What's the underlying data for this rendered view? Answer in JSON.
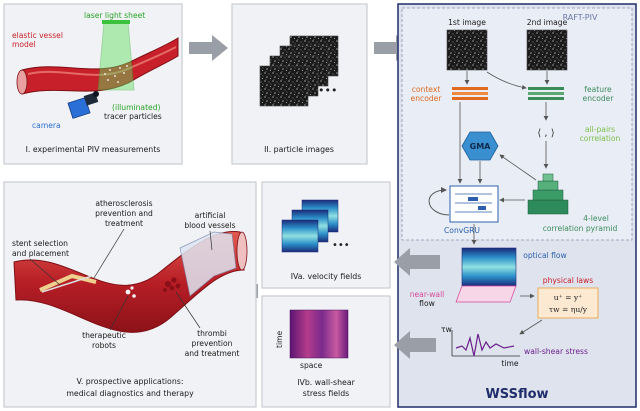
{
  "panels": {
    "p1": {
      "caption": "I. experimental PIV measurements",
      "laser_label": "laser light sheet",
      "vessel_label_line1": "elastic vessel",
      "vessel_label_line2": "model",
      "camera_label": "camera",
      "tracer_line1": "(illuminated)",
      "tracer_line2": "tracer particles"
    },
    "p2": {
      "caption": "II. particle images"
    },
    "raft": {
      "title": "RAFT-PIV",
      "first_image": "1st image",
      "second_image": "2nd image",
      "context_line1": "context",
      "context_line2": "encoder",
      "feature_line1": "feature",
      "feature_line2": "encoder",
      "gma": "GMA",
      "corr_line1": "all-pairs",
      "corr_line2": "correlation",
      "convgru": "ConvGRU",
      "pyramid_line1": "4-level",
      "pyramid_line2": "correlation pyramid"
    },
    "wssflow": {
      "title": "WSSflow",
      "optical_flow": "optical flow",
      "physical_laws": "physical laws",
      "law1": "u⁺ = y⁺",
      "law2": "τw = ηu/y",
      "nearwall_line1": "near-wall",
      "nearwall_line2": "flow",
      "wss": "wall-shear stress",
      "tau": "τw",
      "time": "time"
    },
    "p4a": {
      "caption": "IVa. velocity fields"
    },
    "p4b": {
      "caption_line1": "IVb. wall-shear",
      "caption_line2": "stress fields",
      "time": "time",
      "space": "space"
    },
    "p5": {
      "caption_line1": "V. prospective applications:",
      "caption_line2": "medical diagnostics and therapy",
      "athero_line1": "atherosclerosis",
      "athero_line2": "prevention and",
      "athero_line3": "treatment",
      "artificial_line1": "artificial",
      "artificial_line2": "blood vessels",
      "stent_line1": "stent selection",
      "stent_line2": "and placement",
      "robots_line1": "therapeutic",
      "robots_line2": "robots",
      "thrombi_line1": "thrombi",
      "thrombi_line2": "prevention",
      "thrombi_line3": "and treatment"
    }
  },
  "colors": {
    "panel_bg": "#f1f2f5",
    "panel_border": "#c9ccd3",
    "wss_bg": "#dfe3ee",
    "wss_border": "#1f2d6b",
    "raft_bg": "#e9edf6",
    "vessel_red": "#c8202a",
    "laser_green": "#5ee05e",
    "camera_blue": "#2a6fd6",
    "context_orange": "#e06a1e",
    "feature_green": "#3c8c5a",
    "corr_green": "#7cbf4a",
    "gma_blue": "#3a8fd0",
    "convgru_blue": "#2b5fae",
    "law_red": "#c8202a",
    "wss_purple": "#6b1f8c",
    "arrow_gray": "#9a9ea6"
  }
}
